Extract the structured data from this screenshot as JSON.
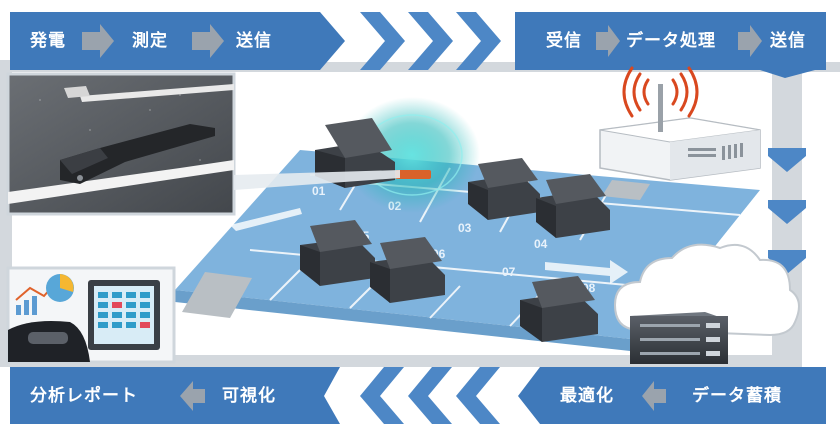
{
  "flow_top_left": {
    "steps": [
      "発電",
      "測定",
      "送信"
    ]
  },
  "flow_top_right": {
    "steps": [
      "受信",
      "データ処理",
      "送信"
    ]
  },
  "flow_bottom_right": {
    "steps": [
      "最適化",
      "データ蓄積"
    ]
  },
  "flow_bottom_left": {
    "steps": [
      "分析レポート",
      "可視化"
    ]
  },
  "parking_lot": {
    "space_numbers": [
      "01",
      "02",
      "03",
      "04",
      "05",
      "06",
      "07",
      "08"
    ]
  },
  "colors": {
    "flow_blue": "#3f79ba",
    "flow_blue_light": "#5c95cf",
    "step_arrow_gray": "#9aa3ad",
    "track_gray": "#d3d8dd",
    "lot_blue": "#7fb3dd",
    "wifi_red": "#d9481f",
    "sensor_glow": "#1fb7b7"
  }
}
